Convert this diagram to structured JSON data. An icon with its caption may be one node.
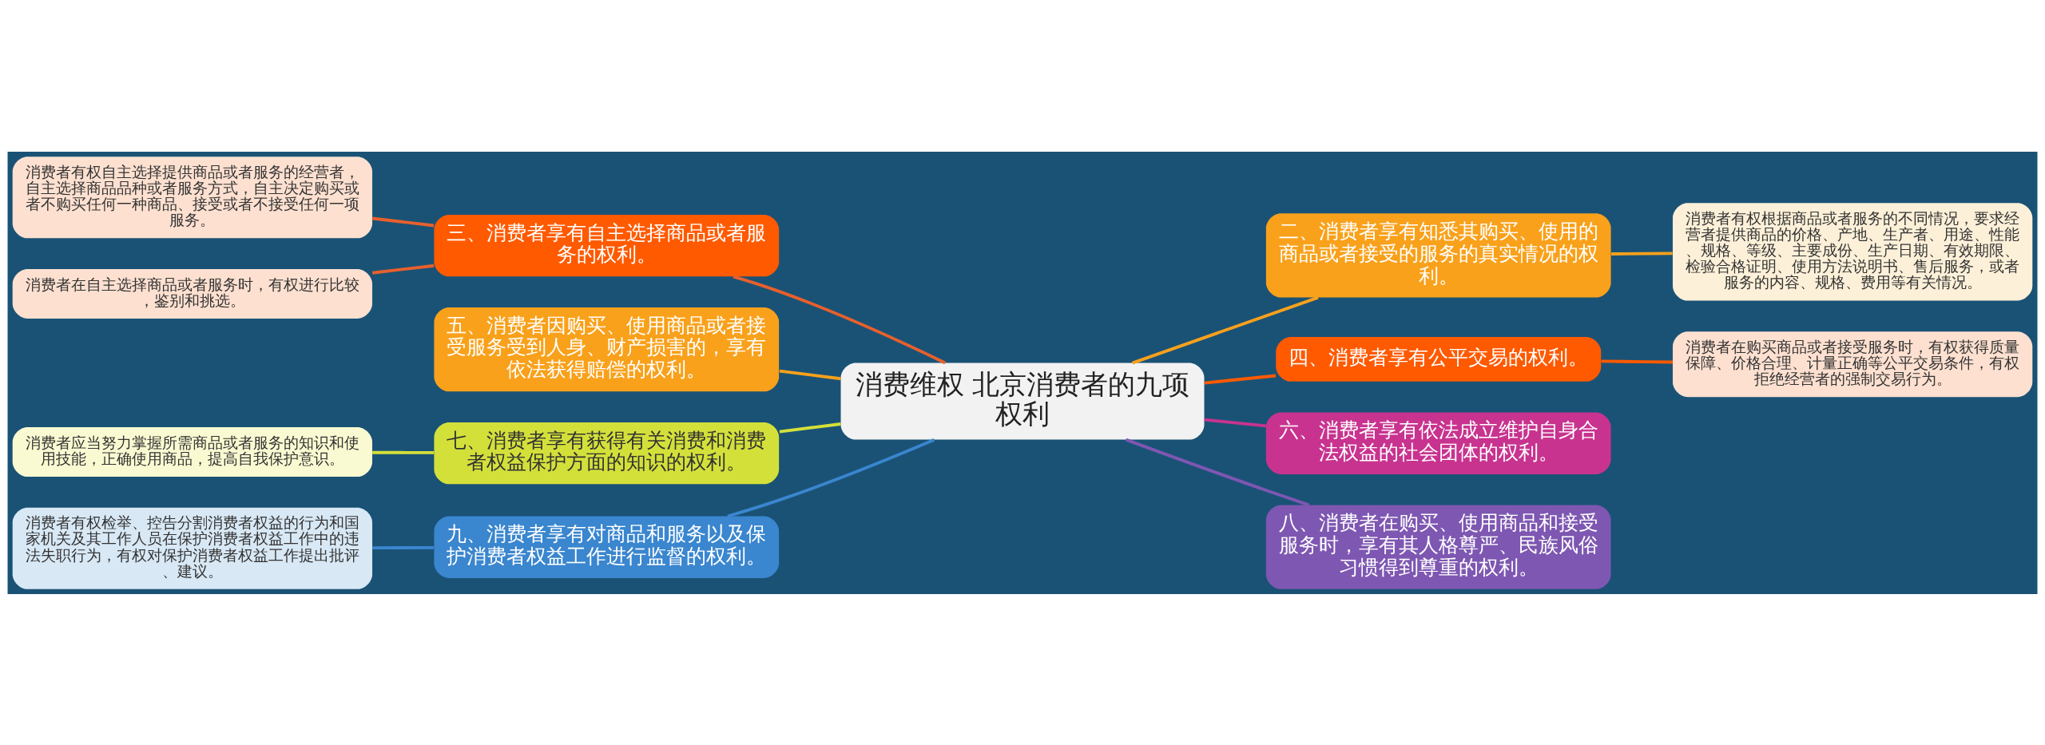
{
  "diagram": {
    "nodes": [
      {
        "text": [
          "消费维权 北京消费者的九项权利"
        ]
      },
      {
        "text": [
          "三、消费者享有自主选择商品或者服务的权利。"
        ]
      },
      {
        "text": [
          "消费者有权自主选择提供商品或者服务的经营者，自主选择商品品种或者服务方式，自主决定购买或者不购买任何一种商品、接受或者不接受任何一项服务。"
        ]
      },
      {
        "text": [
          "消费者在自主选择商品或者服务时，有权进行比较，鉴别和挑选。"
        ]
      },
      {
        "text": [
          "五、消费者因购买、使用商品或者接受服务受到人身、财产损害的，享有依法获得赔偿的权利。"
        ]
      },
      {
        "text": [
          "七、消费者享有获得有关消费和消费者权益保护方面的知识的权利。"
        ]
      },
      {
        "text": [
          "消费者应当努力掌握所需商品或者服务的知识和使用技能，正确使用商品，提高自我保护意识。"
        ]
      },
      {
        "text": [
          "九、消费者享有对商品和服务以及保护消费者权益工作进行监督的权利。"
        ]
      },
      {
        "text": [
          "消费者有权检举、控告分割消费者权益的行为和国家机关及其工作人员在保护消费者权益工作中的违法失职行为，有权对保护消费者权益工作提出批评、建议。"
        ]
      },
      {
        "text": [
          "二、消费者享有知悉其购买、使用的商品或者接受的服务的真实情况的权利。"
        ]
      },
      {
        "text": [
          "消费者有权根据商品或者服务的不同情况，要求经营者提供商品的价格、产地、生产者、用途、性能、规格、等级、主要成份、生产日期、有效期限、检验合格证明、使用方法说明书、售后服务，或者服务的内容、规格、费用等有关情况。"
        ]
      },
      {
        "text": [
          "四、消费者享有公平交易的权利。"
        ]
      },
      {
        "text": [
          "消费者在购买商品或者接受服务时，有权获得质量保障、价格合理、计量正确等公平交易条件，有权拒绝经营者的强制交易行为。"
        ]
      },
      {
        "text": [
          "六、消费者享有依法成立维护自身合法权益的社会团体的权利。"
        ]
      },
      {
        "text": [
          "八、消费者在购买、使用商品和接受服务时，享有其人格尊严、民族风俗习惯得到尊重的权利。"
        ]
      }
    ],
    "edges": [
      {
        "from": 2,
        "to": 1,
        "arrow": "none",
        "color": "#e8602c"
      },
      {
        "from": 3,
        "to": 1,
        "arrow": "none",
        "color": "#e8602c"
      },
      {
        "from": 1,
        "to": 0,
        "arrow": "none",
        "color": "#e8602c"
      },
      {
        "from": 4,
        "to": 0,
        "arrow": "none",
        "color": "#f9a11b"
      },
      {
        "from": 6,
        "to": 5,
        "arrow": "none",
        "color": "#d4e03a"
      },
      {
        "from": 5,
        "to": 0,
        "arrow": "none",
        "color": "#d4e03a"
      },
      {
        "from": 8,
        "to": 7,
        "arrow": "none",
        "color": "#3a86cf"
      },
      {
        "from": 7,
        "to": 0,
        "arrow": "none",
        "color": "#3a86cf"
      },
      {
        "from": 0,
        "to": 9,
        "arrow": "none",
        "color": "#f9a11b"
      },
      {
        "from": 9,
        "to": 10,
        "arrow": "none",
        "color": "#f9a11b"
      },
      {
        "from": 0,
        "to": 11,
        "arrow": "none",
        "color": "#ff5a00"
      },
      {
        "from": 11,
        "to": 12,
        "arrow": "none",
        "color": "#ff5a00"
      },
      {
        "from": 0,
        "to": 13,
        "arrow": "none",
        "color": "#c8338f"
      },
      {
        "from": 0,
        "to": 14,
        "arrow": "none",
        "color": "#7e57b2"
      }
    ]
  }
}
